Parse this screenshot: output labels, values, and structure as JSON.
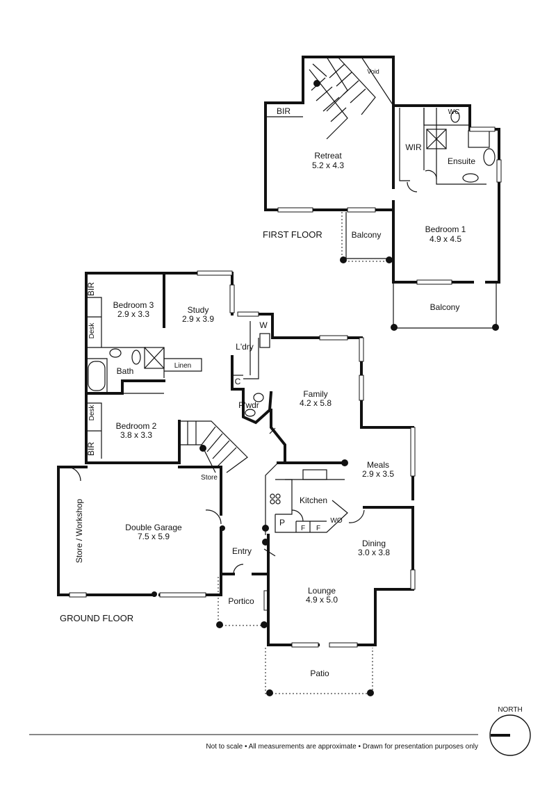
{
  "floors": {
    "first": "FIRST FLOOR",
    "ground": "GROUND FLOOR"
  },
  "rooms": {
    "void": {
      "name": "Void"
    },
    "bir_first": {
      "name": "BIR"
    },
    "retreat": {
      "name": "Retreat",
      "dims": "5.2 x 4.3"
    },
    "wc": {
      "name": "WC"
    },
    "wir": {
      "name": "WIR"
    },
    "ensuite": {
      "name": "Ensuite"
    },
    "balcony_small": {
      "name": "Balcony"
    },
    "bedroom1": {
      "name": "Bedroom 1",
      "dims": "4.9 x 4.5"
    },
    "balcony_large": {
      "name": "Balcony"
    },
    "bir_bed3": {
      "name": "BIR"
    },
    "bedroom3": {
      "name": "Bedroom 3",
      "dims": "2.9 x 3.3"
    },
    "study": {
      "name": "Study",
      "dims": "2.9 x 3.9"
    },
    "desk_bed3": {
      "name": "Desk"
    },
    "w": {
      "name": "W"
    },
    "laundry": {
      "name": "L'dry"
    },
    "bath": {
      "name": "Bath"
    },
    "linen": {
      "name": "Linen"
    },
    "c": {
      "name": "C"
    },
    "family": {
      "name": "Family",
      "dims": "4.2 x 5.8"
    },
    "powder": {
      "name": "P'wdr"
    },
    "desk_bed2": {
      "name": "Desk"
    },
    "bedroom2": {
      "name": "Bedroom 2",
      "dims": "3.8 x 3.3"
    },
    "bir_bed2": {
      "name": "BIR"
    },
    "meals": {
      "name": "Meals",
      "dims": "2.9 x 3.5"
    },
    "store": {
      "name": "Store"
    },
    "kitchen": {
      "name": "Kitchen"
    },
    "store_workshop": {
      "name": "Store / Workshop"
    },
    "double_garage": {
      "name": "Double Garage",
      "dims": "7.5 x 5.9"
    },
    "pantry": {
      "name": "P"
    },
    "fridge1": {
      "name": "F"
    },
    "fridge2": {
      "name": "F"
    },
    "wo": {
      "name": "WO"
    },
    "dining": {
      "name": "Dining",
      "dims": "3.0 x 3.8"
    },
    "entry": {
      "name": "Entry"
    },
    "lounge": {
      "name": "Lounge",
      "dims": "4.9 x 5.0"
    },
    "portico": {
      "name": "Portico"
    },
    "patio": {
      "name": "Patio"
    }
  },
  "compass": {
    "label": "NORTH"
  },
  "footer": {
    "disclaimer": "Not to scale  •  All measurements are approximate  •  Drawn for presentation purposes only"
  }
}
